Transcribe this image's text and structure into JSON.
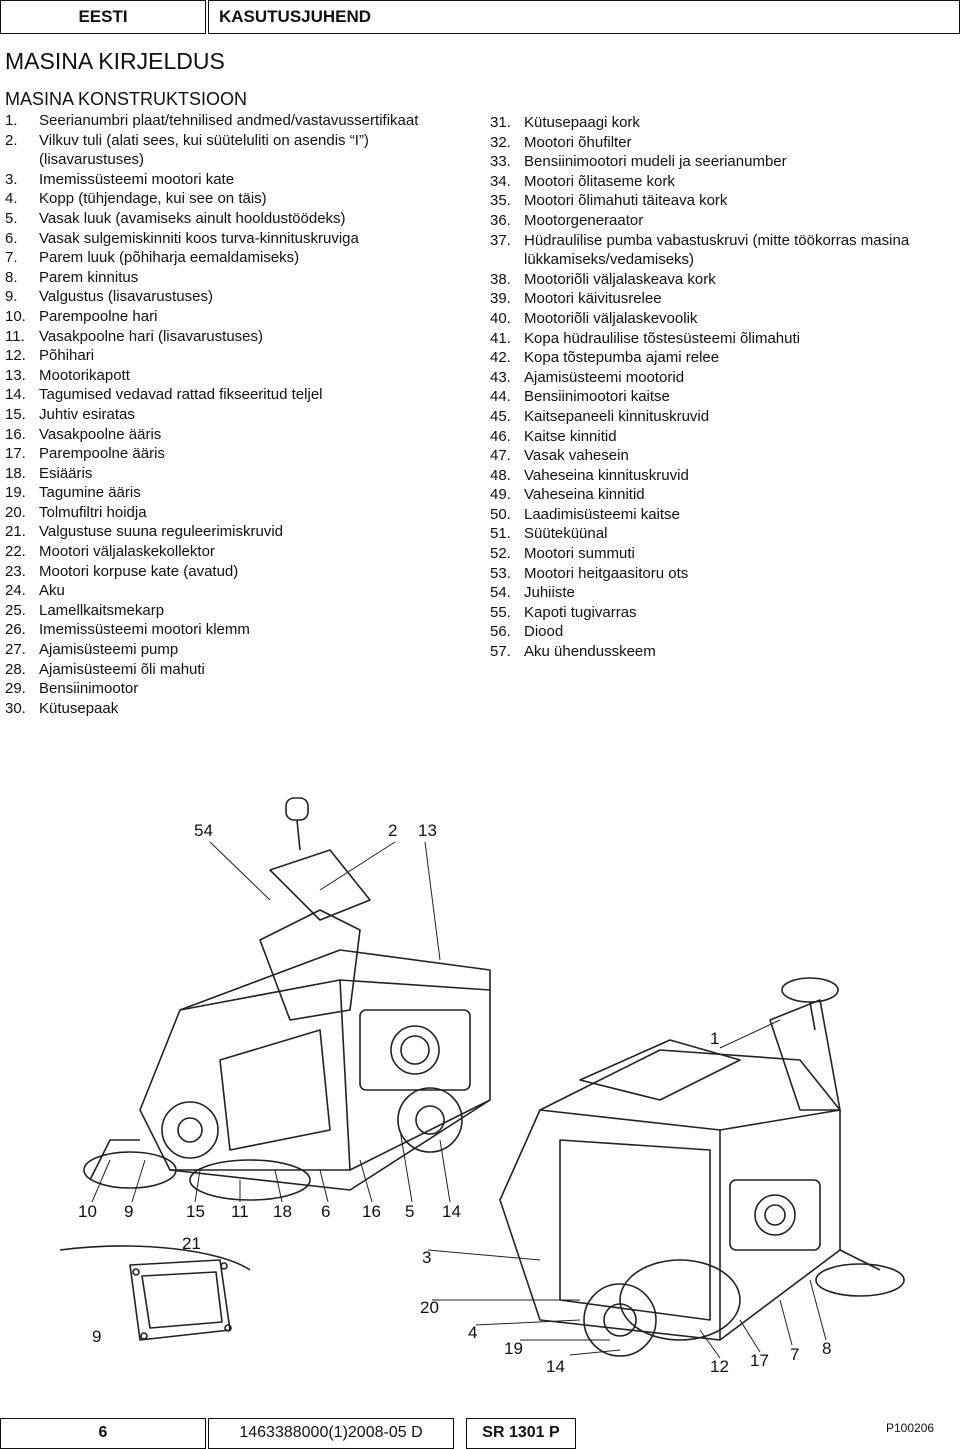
{
  "header": {
    "language": "EESTI",
    "doc_type": "KASUTUSJUHEND"
  },
  "section_title": "MASINA KIRJELDUS",
  "subsection_title": "MASINA KONSTRUKTSIOON",
  "parts_left": [
    {
      "n": "1.",
      "t": "Seerianumbri plaat/tehnilised andmed/vastavussertifikaat"
    },
    {
      "n": "2.",
      "t": "Vilkuv tuli (alati sees, kui süüteluliti on asendis “I”)"
    },
    {
      "n": "",
      "t": "(lisavarustuses)"
    },
    {
      "n": "3.",
      "t": "Imemissüsteemi mootori kate"
    },
    {
      "n": "4.",
      "t": "Kopp (tühjendage, kui see on täis)"
    },
    {
      "n": "5.",
      "t": "Vasak luuk (avamiseks ainult hooldustöödeks)"
    },
    {
      "n": "6.",
      "t": "Vasak sulgemiskinniti koos turva-kinnituskruviga"
    },
    {
      "n": "7.",
      "t": "Parem luuk (põhiharja eemaldamiseks)"
    },
    {
      "n": "8.",
      "t": "Parem kinnitus"
    },
    {
      "n": "9.",
      "t": "Valgustus (lisavarustuses)"
    },
    {
      "n": "10.",
      "t": "Parempoolne hari"
    },
    {
      "n": "11.",
      "t": "Vasakpoolne hari (lisavarustuses)"
    },
    {
      "n": "12.",
      "t": "Põhihari"
    },
    {
      "n": "13.",
      "t": "Mootorikapott"
    },
    {
      "n": "14.",
      "t": "Tagumised vedavad rattad fikseeritud teljel"
    },
    {
      "n": "15.",
      "t": "Juhtiv esiratas"
    },
    {
      "n": "16.",
      "t": "Vasakpoolne ääris"
    },
    {
      "n": "17.",
      "t": "Parempoolne ääris"
    },
    {
      "n": "18.",
      "t": "Esiääris"
    },
    {
      "n": "19.",
      "t": "Tagumine ääris"
    },
    {
      "n": "20.",
      "t": "Tolmufiltri hoidja"
    },
    {
      "n": "21.",
      "t": "Valgustuse suuna reguleerimiskruvid"
    },
    {
      "n": "22.",
      "t": "Mootori väljalaskekollektor"
    },
    {
      "n": "23.",
      "t": "Mootori korpuse kate (avatud)"
    },
    {
      "n": "24.",
      "t": "Aku"
    },
    {
      "n": "25.",
      "t": "Lamellkaitsmekarp"
    },
    {
      "n": "26.",
      "t": "Imemissüsteemi mootori klemm"
    },
    {
      "n": "27.",
      "t": "Ajamisüsteemi pump"
    },
    {
      "n": "28.",
      "t": "Ajamisüsteemi õli mahuti"
    },
    {
      "n": "29.",
      "t": "Bensiinimootor"
    },
    {
      "n": "30.",
      "t": "Kütusepaak"
    }
  ],
  "parts_right": [
    {
      "n": "31.",
      "t": "Kütusepaagi kork"
    },
    {
      "n": "32.",
      "t": "Mootori õhufilter"
    },
    {
      "n": "33.",
      "t": "Bensiinimootori mudeli ja seerianumber"
    },
    {
      "n": "34.",
      "t": "Mootori õlitaseme kork"
    },
    {
      "n": "35.",
      "t": "Mootori õlimahuti täiteava kork"
    },
    {
      "n": "36.",
      "t": "Mootorgeneraator"
    },
    {
      "n": "37.",
      "t": "Hüdraulilise pumba vabastuskruvi (mitte töökorras masina"
    },
    {
      "n": "",
      "t": "lükkamiseks/vedamiseks)"
    },
    {
      "n": "38.",
      "t": "Mootoriõli väljalaskeava kork"
    },
    {
      "n": "39.",
      "t": "Mootori käivitusrelee"
    },
    {
      "n": "40.",
      "t": "Mootoriõli väljalaskevoolik"
    },
    {
      "n": "41.",
      "t": "Kopa hüdraulilise tõstesüsteemi õlimahuti"
    },
    {
      "n": "42.",
      "t": "Kopa tõstepumba ajami relee"
    },
    {
      "n": "43.",
      "t": "Ajamisüsteemi mootorid"
    },
    {
      "n": "44.",
      "t": "Bensiinimootori kaitse"
    },
    {
      "n": "45.",
      "t": "Kaitsepaneeli kinnituskruvid"
    },
    {
      "n": "46.",
      "t": "Kaitse kinnitid"
    },
    {
      "n": "47.",
      "t": "Vasak vahesein"
    },
    {
      "n": "48.",
      "t": "Vaheseina kinnituskruvid"
    },
    {
      "n": "49.",
      "t": "Vaheseina kinnitid"
    },
    {
      "n": "50.",
      "t": "Laadimisüsteemi kaitse"
    },
    {
      "n": "51.",
      "t": "Süüteküünal"
    },
    {
      "n": "52.",
      "t": "Mootori summuti"
    },
    {
      "n": "53.",
      "t": "Mootori heitgaasitoru ots"
    },
    {
      "n": "54.",
      "t": "Juhiiste"
    },
    {
      "n": "55.",
      "t": "Kapoti tugivarras"
    },
    {
      "n": "56.",
      "t": "Diood"
    },
    {
      "n": "57.",
      "t": "Aku ühendusskeem"
    }
  ],
  "figure": {
    "callouts": [
      "54",
      "2",
      "13",
      "1",
      "10",
      "9",
      "15",
      "11",
      "18",
      "6",
      "16",
      "5",
      "14",
      "21",
      "3",
      "20",
      "4",
      "9",
      "19",
      "14",
      "12",
      "17",
      "7",
      "8"
    ],
    "code": "P100206"
  },
  "footer": {
    "page": "6",
    "doc_code": "1463388000(1)2008-05 D",
    "model": "SR 1301 P"
  }
}
